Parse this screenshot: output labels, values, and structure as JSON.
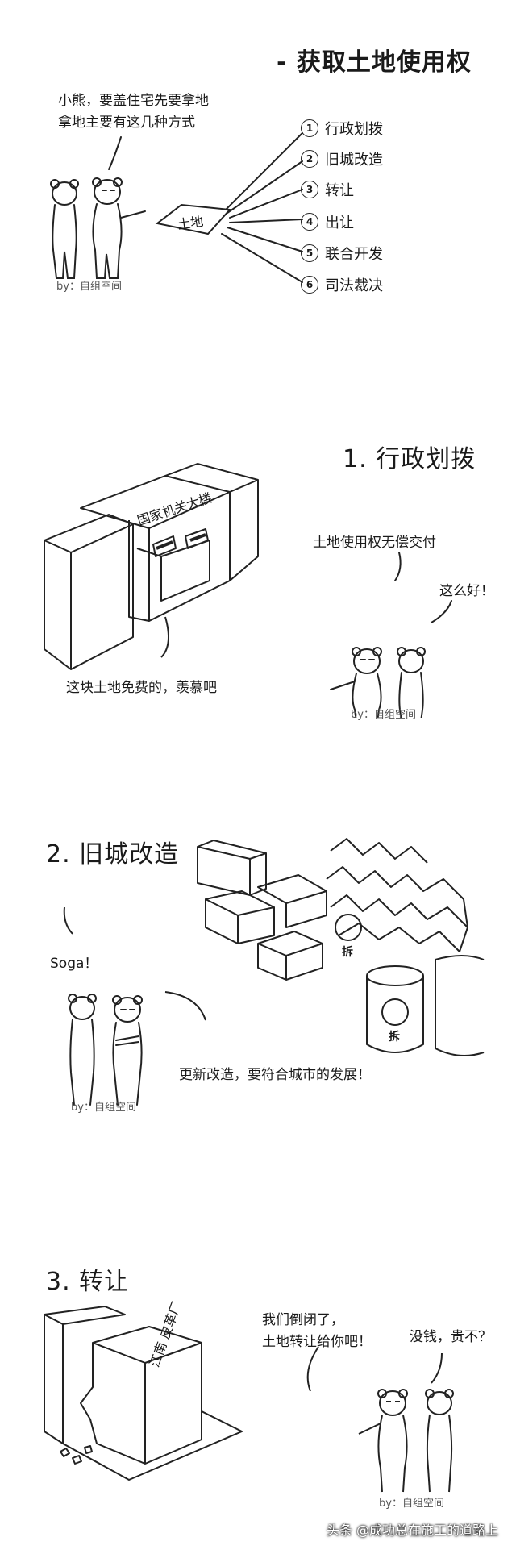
{
  "header": {
    "title": "- 获取土地使用权"
  },
  "intro": {
    "speech_line1": "小熊，要盖住宅先要拿地",
    "speech_line2": "拿地主要有这几种方式",
    "land_sign": "土地",
    "credit": "by：自组空间",
    "methods": [
      {
        "n": "1",
        "label": "行政划拨"
      },
      {
        "n": "2",
        "label": "旧城改造"
      },
      {
        "n": "3",
        "label": "转让"
      },
      {
        "n": "4",
        "label": "出让"
      },
      {
        "n": "5",
        "label": "联合开发"
      },
      {
        "n": "6",
        "label": "司法裁决"
      }
    ]
  },
  "section1": {
    "heading": "1. 行政划拨",
    "building_sign": "国家机关大楼",
    "speech_free": "这块土地免费的，羡慕吧",
    "speech_grant": "土地使用权无偿交付",
    "speech_reply": "这么好！",
    "credit": "by：自组空间"
  },
  "section2": {
    "heading": "2. 旧城改造",
    "demolish_mark": "拆",
    "speech_soga": "Soga！",
    "speech_renew": "更新改造，要符合城市的发展！",
    "credit": "by：自组空间"
  },
  "section3": {
    "heading": "3. 转让",
    "factory_sign": "江南 皮革厂",
    "speech_line1": "我们倒闭了，",
    "speech_line2": "土地转让给你吧！",
    "speech_reply": "没钱，贵不？",
    "credit": "by：自组空间"
  },
  "watermark": "头条 @成功总在施工的道路上"
}
